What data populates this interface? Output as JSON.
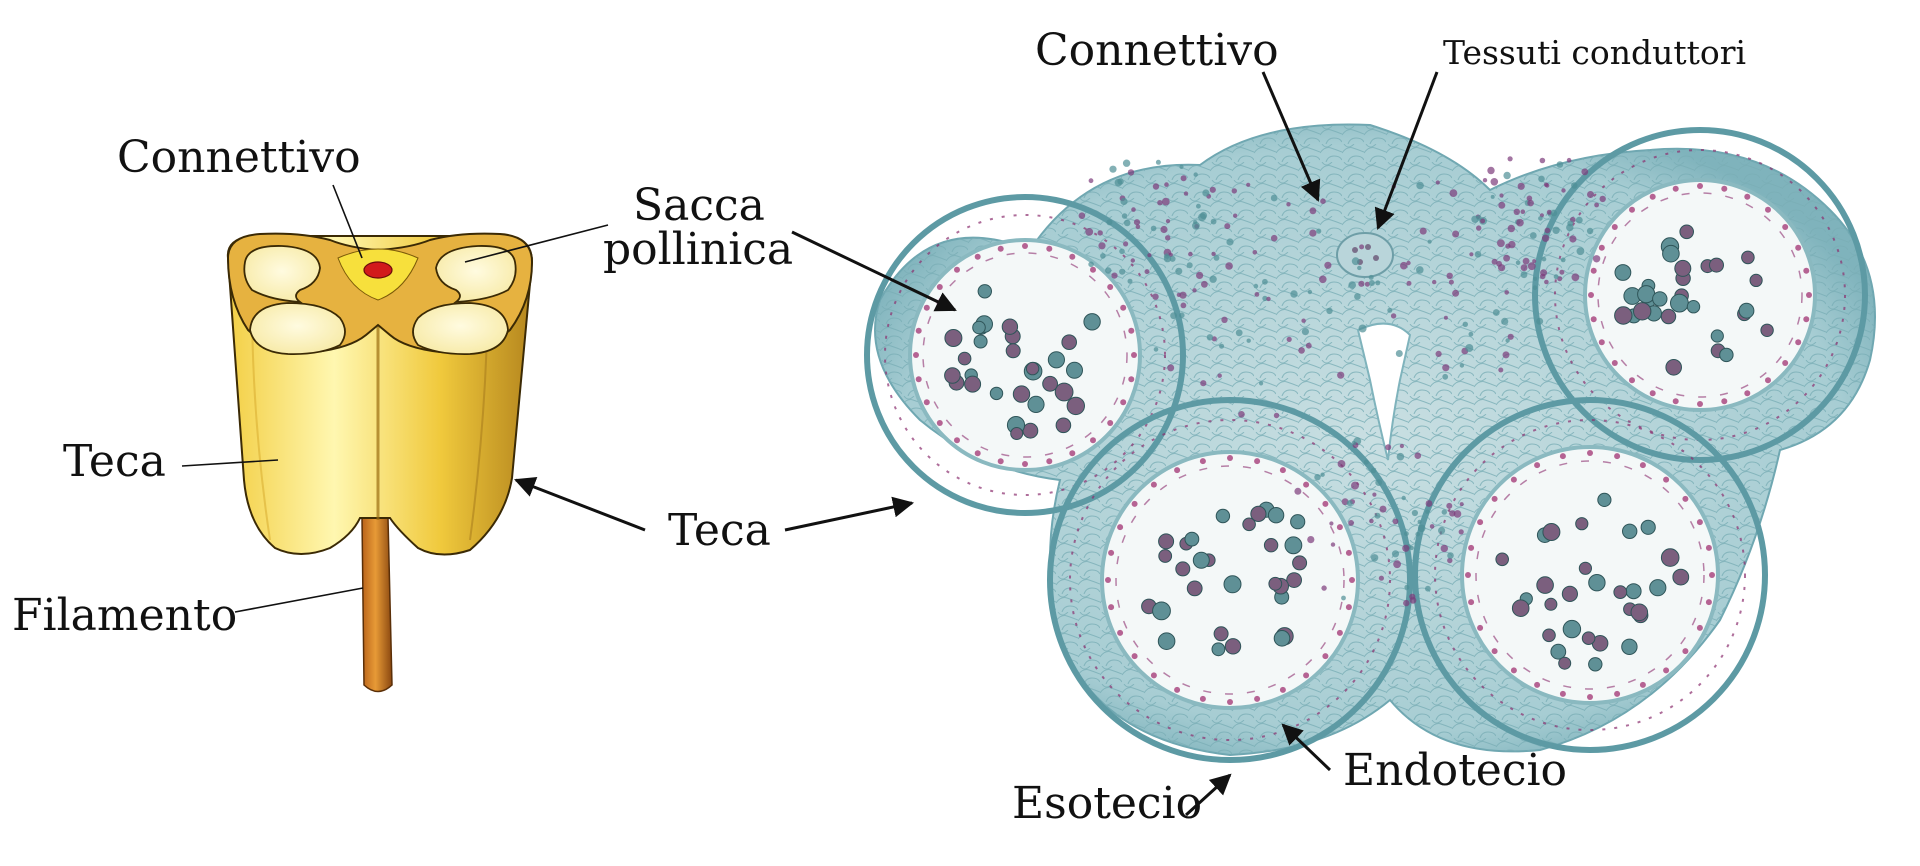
{
  "labels": {
    "connettivo_left": "Connettivo",
    "sacca_line1": "Sacca",
    "sacca_line2": "pollinica",
    "teca_left": "Teca",
    "filamento": "Filamento",
    "teca_center": "Teca",
    "connettivo_right": "Connettivo",
    "tessuti": "Tessuti conduttori",
    "endotecio": "Endotecio",
    "esotecio": "Esotecio"
  },
  "colors": {
    "theca_light": "#fff8b8",
    "theca_mid": "#f6d84a",
    "theca_dark": "#b8861e",
    "sac_fill": "#fdf7cf",
    "sac_rim": "#e2ae3a",
    "connective": "#f8e13e",
    "vascular": "#d01818",
    "filament_light": "#e0892a",
    "filament_dark": "#8e4a10",
    "tissue": "#a7cdd3",
    "tissue_edge": "#6fa7b1",
    "cell_magenta": "#8c2f6f",
    "cell_teal": "#3f8a8f",
    "locule": "#f4f8f8",
    "text": "#111111"
  }
}
